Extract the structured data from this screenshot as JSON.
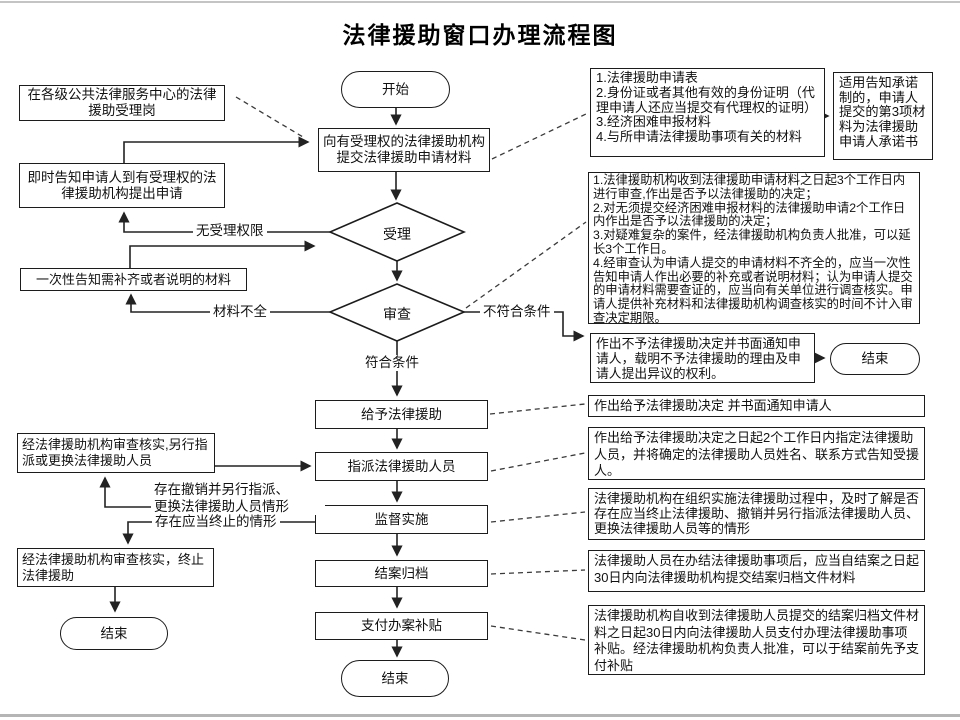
{
  "title": "法律援助窗口办理流程图",
  "nodes": {
    "start": "开始",
    "reception_post": "在各级公共法律服务中心的法律援助受理岗",
    "inform_apply": "即时告知申请人到有受理权的法律援助机构提出申请",
    "submit": "向有受理权的法律援助机构提交法律援助申请材料",
    "accept": "受理",
    "review": "审查",
    "onetime_inform": "一次性告知需补齐或者说明的材料",
    "grant": "给予法律援助",
    "assign": "指派法律援助人员",
    "supervise": "监督实施",
    "archive": "结案归档",
    "pay": "支付办案补贴",
    "reassign": "经法律援助机构审查核实,另行指派或更换法律援助人员",
    "terminate": "经法律援助机构审查核实，终止法律援助",
    "end_center": "结束",
    "end_right": "结束",
    "end_left": "结束"
  },
  "labels": {
    "no_authority": "无受理权限",
    "incomplete_materials": "材料不全",
    "not_meet": "不符合条件",
    "meet": "符合条件",
    "revoke": "存在撤销并另行指派、\n更换法律援助人员情形",
    "should_terminate": "存在应当终止的情形"
  },
  "notes": {
    "materials": "1.法律援助申请表\n2.身份证或者其他有效的身份证明（代理申请人还应当提交有代理权的证明）\n3.经济困难申报材料\n4.与所申请法律援助事项有关的材料",
    "promise": "适用告知承诺制的，申请人提交的第3项材料为法律援助申请人承诺书",
    "review_rules": "1.法律援助机构收到法律援助申请材料之日起3个工作日内进行审查,作出是否予以法律援助的决定；\n2.对无须提交经济困难申报材料的法律援助申请2个工作日内作出是否予以法律援助的决定；\n3.对疑难复杂的案件，经法律援助机构负责人批准，可以延长3个工作日。\n4.经审查认为申请人提交的申请材料不齐全的，应当一次性告知申请人作出必要的补充或者说明材料；认为申请人提交的申请材料需要查证的，应当向有关单位进行调查核实。申请人提供补充材料和法律援助机构调查核实的时间不计入审查决定期限。",
    "reject": "作出不予法律援助决定并书面通知申请人，载明不予法律援助的理由及申请人提出异议的权利。",
    "grant_decision": "作出给予法律援助决定 并书面通知申请人",
    "assign_rule": "作出给予法律援助决定之日起2个工作日内指定法律援助人员，并将确定的法律援助人员姓名、联系方式告知受援人。",
    "supervise_rule": "法律援助机构在组织实施法律援助过程中，及时了解是否存在应当终止法律援助、撤销并另行指派法律援助人员、更换法律援助人员等的情形",
    "archive_rule": "法律援助人员在办结法律援助事项后，应当自结案之日起30日内向法律援助机构提交结案归档文件材料",
    "pay_rule": "法律援助机构自收到法律援助人员提交的结案归档文件材料之日起30日内向法律援助人员支付办理法律援助事项补贴。经法律援助机构负责人批准，可以于结案前先予支付补贴"
  },
  "colors": {
    "line": "#222222",
    "dashed": "#3a3a3a",
    "border": "#1c1c1c"
  }
}
